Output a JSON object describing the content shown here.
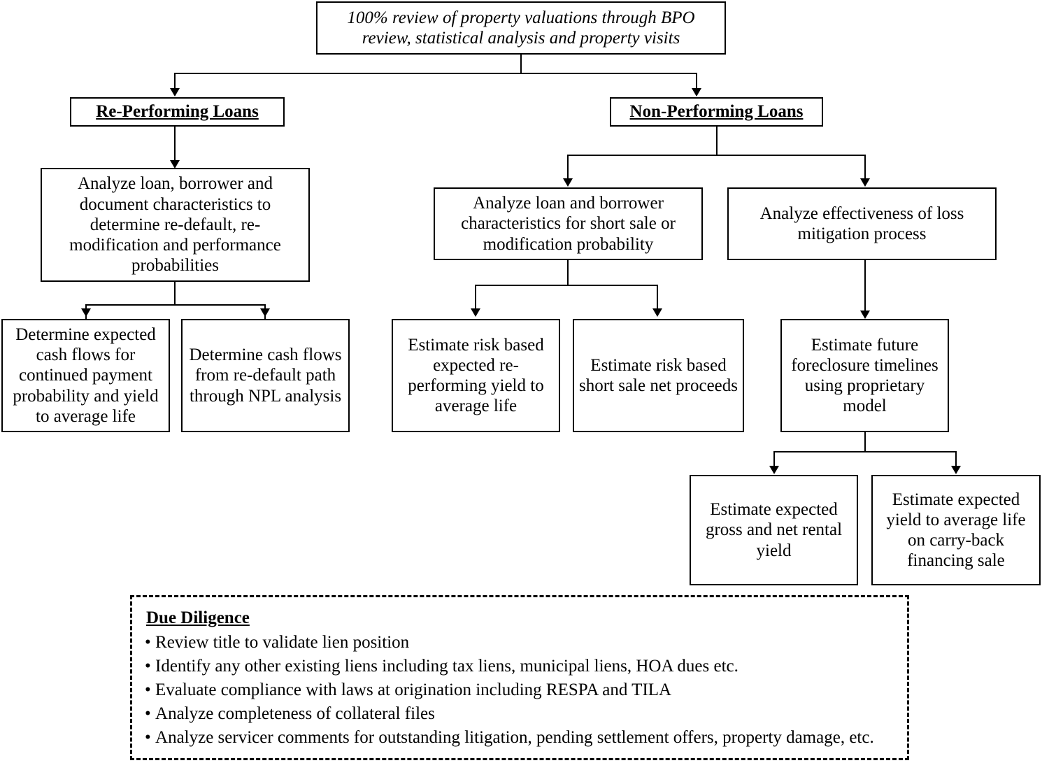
{
  "diagram": {
    "title_box": {
      "label": "100% review of property valuations through BPO review, statistical analysis and property visits"
    },
    "branches": {
      "rpl_header": "Re-Performing Loans",
      "npl_header": "Non-Performing Loans"
    },
    "level3": {
      "rpl_analyze": "Analyze loan, borrower and document characteristics to determine re-default, re-modification and performance probabilities",
      "npl_analyze_loan": "Analyze loan and borrower characteristics for short sale or modification probability",
      "npl_analyze_loss_mitigation": "Analyze effectiveness of loss mitigation process"
    },
    "level4": {
      "determine_expected_cash_flows": "Determine expected cash flows for continued payment probability and yield to average life",
      "determine_cash_flows_redefault": "Determine cash flows from re-default path through NPL analysis",
      "estimate_reperforming_yield": "Estimate risk based expected re-performing yield to average life",
      "estimate_short_sale_proceeds": "Estimate risk based short sale net proceeds",
      "estimate_foreclosure_timelines": "Estimate future foreclosure timelines using proprietary model"
    },
    "level5": {
      "estimate_rental_yield": "Estimate expected gross and net rental yield",
      "estimate_carry_back_yield": "Estimate expected yield to average life on carry-back financing sale"
    }
  },
  "due_diligence": {
    "title": "Due Diligence",
    "items": [
      "Review title to validate lien position",
      "Identify any other existing liens including tax liens, municipal liens, HOA dues etc.",
      "Evaluate compliance with laws at origination including RESPA and TILA",
      "Analyze completeness of collateral files",
      "Analyze servicer comments for outstanding litigation, pending settlement offers, property damage, etc."
    ]
  },
  "colors": {
    "stroke": "#000000",
    "background": "#ffffff",
    "text": "#000000"
  }
}
